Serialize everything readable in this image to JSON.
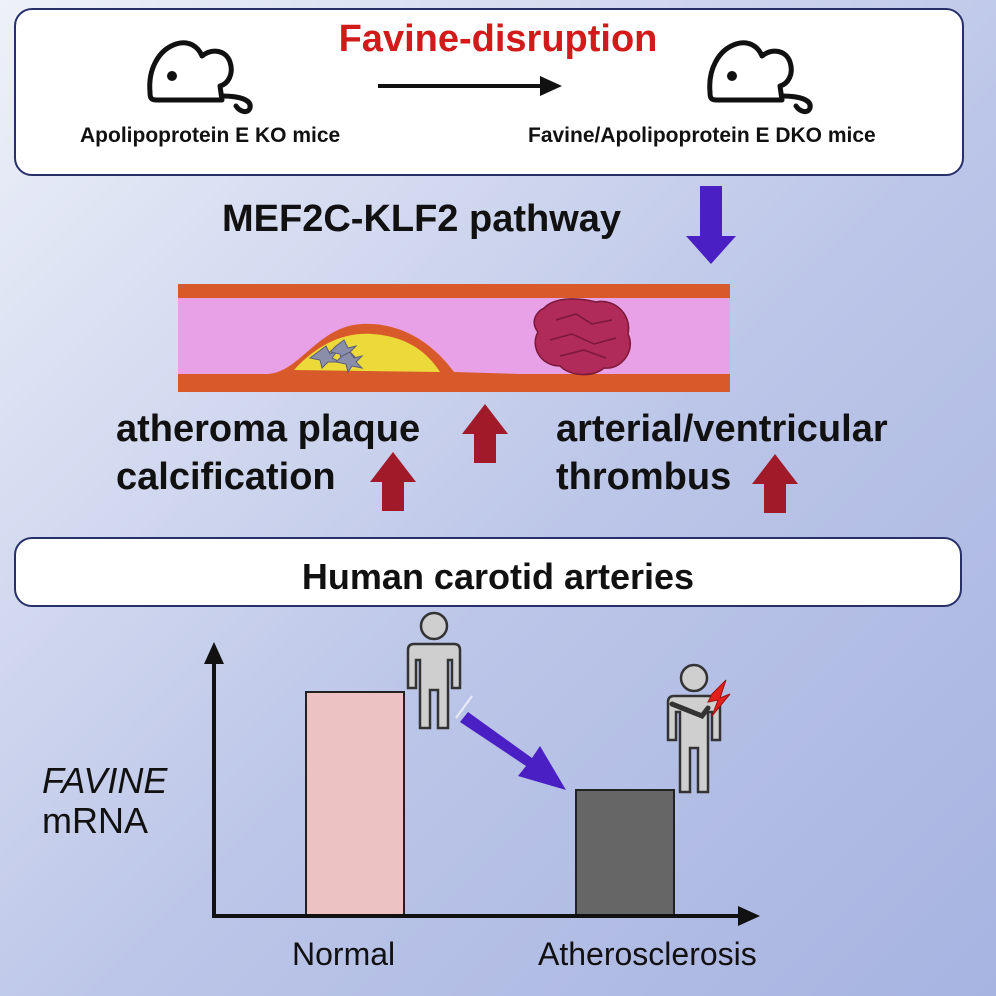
{
  "header": {
    "title": "Favine-disruption",
    "left_label": "Apolipoprotein E KO mice",
    "right_label": "Favine/Apolipoprotein E DKO mice"
  },
  "pathway": {
    "label": "MEF2C-KLF2 pathway"
  },
  "outcomes": {
    "plaque_line1": "atheroma plaque",
    "plaque_line2": "calcification",
    "thrombus_line1": "arterial/ventricular",
    "thrombus_line2": "thrombus"
  },
  "human": {
    "title": "Human carotid arteries"
  },
  "chart_data": {
    "type": "bar",
    "ylabel_italic": "FAVINE",
    "ylabel": "mRNA",
    "categories": [
      "Normal",
      "Atherosclerosis"
    ],
    "values": [
      0.8,
      0.45
    ],
    "ylim": [
      0,
      1
    ],
    "colors": [
      "#ecc2c2",
      "#666666"
    ]
  },
  "colors": {
    "title_red": "#d21a1a",
    "box_border": "#27306a",
    "arrow_blue": "#4a1fc4",
    "arrow_red": "#a01a2a",
    "vessel_wall": "#d85a2a",
    "vessel_lumen": "#e8a0e6",
    "plaque": "#ecd93a",
    "thrombus": "#b02a5a"
  },
  "icons": [
    "mouse-icon",
    "person-icon",
    "person-chest-pain-icon"
  ]
}
